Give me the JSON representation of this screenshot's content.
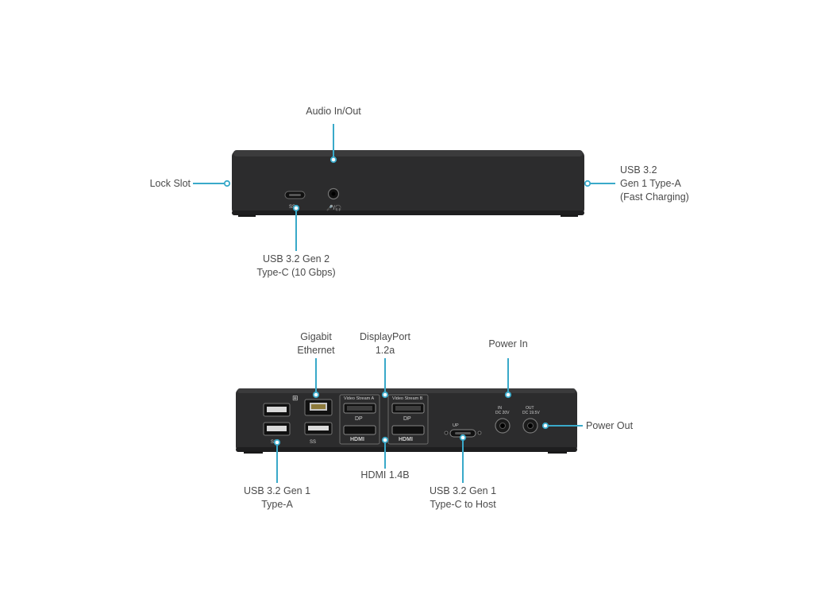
{
  "colors": {
    "callout": "#39a9c9",
    "device_body": "#2a2a2b",
    "device_edge": "#3a3a3b",
    "label_text": "#4a4a4a"
  },
  "front_view": {
    "audio_in_out": "Audio In/Out",
    "lock_slot": "Lock Slot",
    "usb_a_fast_charging": "USB 3.2\nGen 1 Type-A\n(Fast Charging)",
    "usb_c_gen2": "USB 3.2 Gen 2\nType-C (10 Gbps)",
    "port_marks": {
      "usb_c_logo": "SS",
      "audio_icons": "🎤/🎧"
    }
  },
  "rear_view": {
    "gigabit_ethernet": "Gigabit\nEthernet",
    "displayport": "DisplayPort\n1.2a",
    "power_in": "Power In",
    "power_out": "Power Out",
    "hdmi": "HDMI 1.4B",
    "usb_a": "USB 3.2 Gen 1\nType-A",
    "usb_c_host": "USB 3.2 Gen 1\nType-C to Host",
    "port_marks": {
      "video_stream_a": "Video Stream A",
      "video_stream_b": "Video Stream B",
      "hdmi_logo_a": "HDMI",
      "hdmi_logo_b": "HDMI",
      "dp_logo_a": "DP",
      "dp_logo_b": "DP",
      "up_label": "UP",
      "in_label": "IN\nDC 20V",
      "out_label": "OUT\nDC 19.5V",
      "usb_logo_1": "SS",
      "usb_logo_2": "SS"
    }
  }
}
